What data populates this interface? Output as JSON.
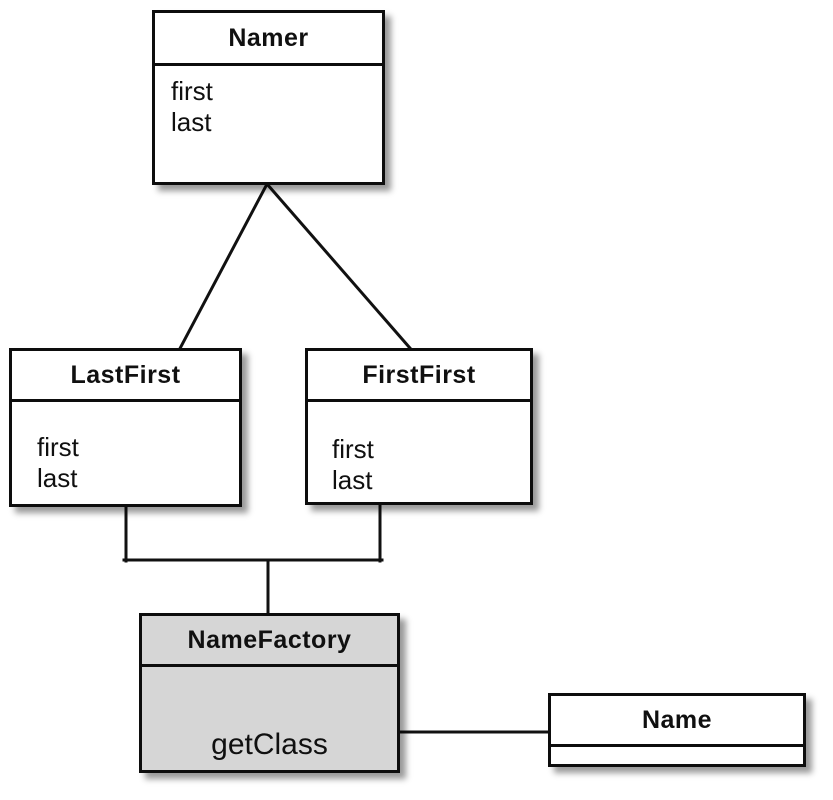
{
  "diagram": {
    "type": "uml-class-diagram",
    "background_color": "#ffffff",
    "line_color": "#111111",
    "box_border_color": "#0d0d0d",
    "box_fill_color": "#ffffff",
    "factory_fill_color": "#d6d6d6",
    "classes": {
      "namer": {
        "title": "Namer",
        "members": [
          "first",
          "last"
        ]
      },
      "lastfirst": {
        "title": "LastFirst",
        "members": [
          "first",
          "last"
        ]
      },
      "firstfirst": {
        "title": "FirstFirst",
        "members": [
          "first",
          "last"
        ]
      },
      "namefactory": {
        "title": "NameFactory",
        "members": [
          "getClass"
        ]
      },
      "name": {
        "title": "Name",
        "members": []
      }
    },
    "edges": [
      {
        "from": "LastFirst",
        "to": "Namer"
      },
      {
        "from": "FirstFirst",
        "to": "Namer"
      },
      {
        "from": "LastFirst",
        "to": "NameFactory"
      },
      {
        "from": "FirstFirst",
        "to": "NameFactory"
      },
      {
        "from": "NameFactory",
        "to": "Name"
      }
    ]
  }
}
